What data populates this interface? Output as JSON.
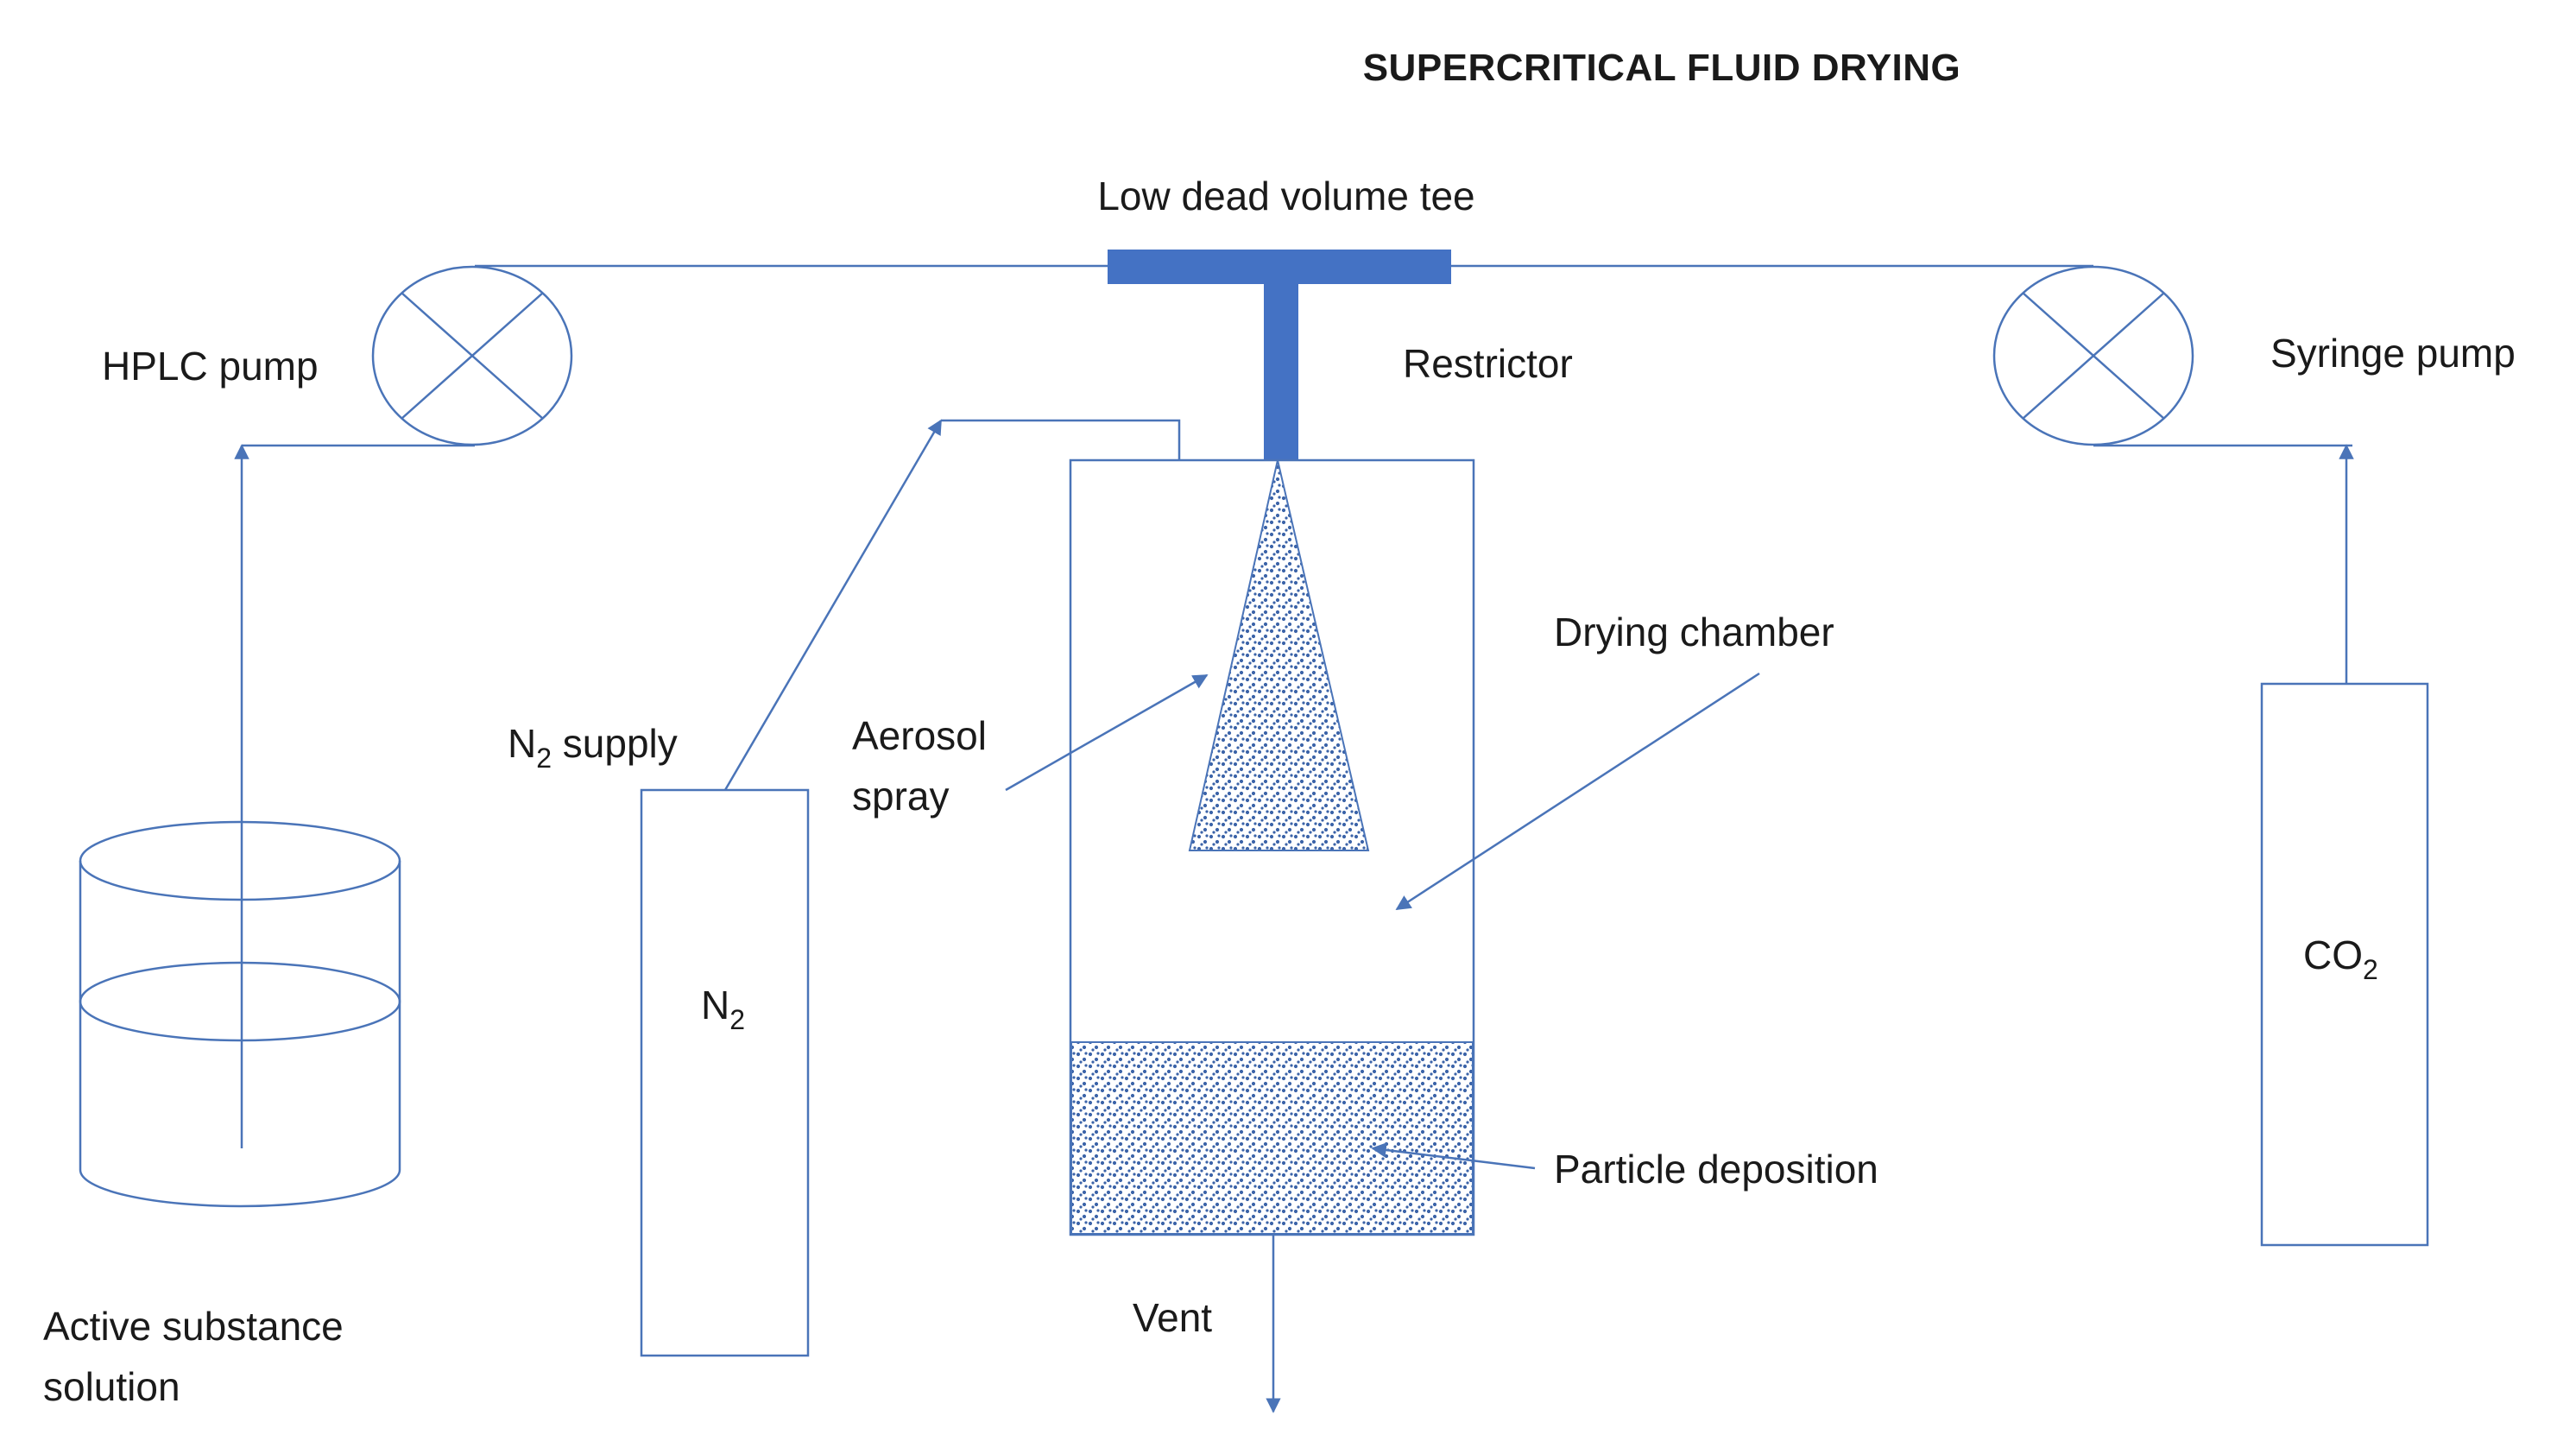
{
  "title": "SUPERCRITICAL FLUID DRYING",
  "labels": {
    "tee": "Low dead volume tee",
    "hplc_pump": "HPLC pump",
    "restrictor": "Restrictor",
    "syringe_pump": "Syringe pump",
    "drying_chamber": "Drying chamber",
    "n2_supply_main": "N",
    "n2_supply_sub": "2",
    "n2_supply_rest": " supply",
    "aerosol_line1": "Aerosol",
    "aerosol_line2": "spray",
    "n2_tank_main": "N",
    "n2_tank_sub": "2",
    "co2_tank_main": "CO",
    "co2_tank_sub": "2",
    "particle_deposition": "Particle deposition",
    "vent": "Vent",
    "solution_line1": "Active substance",
    "solution_line2": "solution"
  },
  "colors": {
    "accent": "#4472c4",
    "line": "#4a74b8",
    "dots": "#3b63a8",
    "text": "#1a1a1a"
  }
}
